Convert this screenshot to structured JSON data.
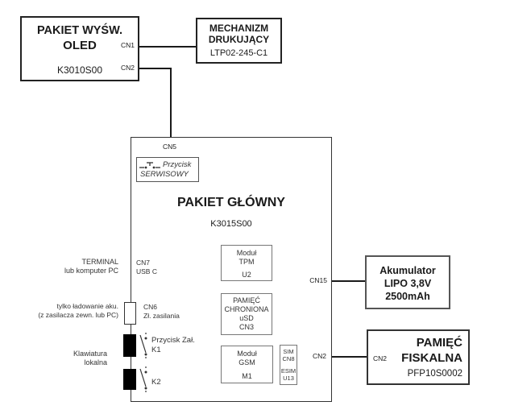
{
  "diagram": {
    "colors": {
      "background": "#ffffff",
      "line": "#1a1a1a",
      "text": "#1a1a1a"
    },
    "oled_box": {
      "title_line1": "PAKIET WYŚW.",
      "title_line2": "OLED",
      "part": "K3010S00",
      "cn1": "CN1",
      "cn2": "CN2"
    },
    "printer_box": {
      "title_line1": "MECHANIZM",
      "title_line2": "DRUKUJĄCY",
      "part": "LTP02-245-C1"
    },
    "main_box": {
      "cn5": "CN5",
      "service_button": {
        "line1": "Przycisk",
        "line2": "SERWISOWY"
      },
      "title": "PAKIET GŁÓWNY",
      "part": "K3015S00",
      "cn7": "CN7",
      "usb": "USB C",
      "cn6": "CN6",
      "power_socket": "Zł. zasilania",
      "k1_label": "Przycisk Zał.",
      "k1": "K1",
      "k2": "K2",
      "cn15": "CN15",
      "cn2_right": "CN2",
      "tpm_box": {
        "line1": "Moduł",
        "line2": "TPM",
        "ref": "U2"
      },
      "protected_mem_box": {
        "line1": "PAMIĘĆ",
        "line2": "CHRONIONA",
        "line3": "uSD",
        "ref": "CN3"
      },
      "gsm_box": {
        "line1": "Moduł",
        "line2": "GSM",
        "ref": "M1"
      },
      "sim_box": {
        "line1": "SIM",
        "line2": "CN8",
        "line3": "ESIM",
        "line4": "U13"
      }
    },
    "left_labels": {
      "terminal_line1": "TERMINAL",
      "terminal_line2": "lub komputer PC",
      "charge_line1": "tylko ładowanie aku.",
      "charge_line2": "(z zasilacza zewn. lub PC)",
      "keyboard_line1": "Klawiatura",
      "keyboard_line2": "lokalna"
    },
    "battery_box": {
      "line1": "Akumulator",
      "line2": "LIPO 3,8V",
      "line3": "2500mAh"
    },
    "fiscal_box": {
      "cn2": "CN2",
      "title_line1": "PAMIĘĆ",
      "title_line2": "FISKALNA",
      "part": "PFP10S0002"
    }
  }
}
